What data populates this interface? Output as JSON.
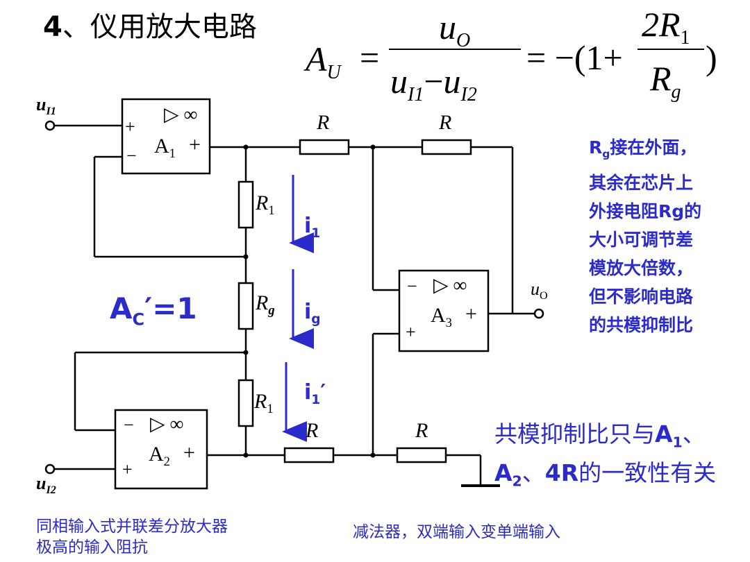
{
  "title": {
    "number": "4",
    "text": "、仪用放大电路"
  },
  "formula": {
    "lhs": "A",
    "lhs_sub": "U",
    "eq1": "=",
    "num": "u",
    "num_sub": "O",
    "den_a": "u",
    "den_a_sub": "I1",
    "den_minus": "−",
    "den_b": "u",
    "den_b_sub": "I2",
    "eq2": "= −(1+",
    "frac2_num": "2R",
    "frac2_num_sub": "1",
    "frac2_den": "R",
    "frac2_den_sub": "g",
    "close": ")"
  },
  "circuit": {
    "input1": "u",
    "input1_sub": "I1",
    "input2": "u",
    "input2_sub": "I2",
    "output": "u",
    "output_sub": "O",
    "amp1": "A",
    "amp1_sub": "1",
    "amp2": "A",
    "amp2_sub": "2",
    "amp3": "A",
    "amp3_sub": "3",
    "amp_symbol": "▷ ∞",
    "plus": "+",
    "minus": "−",
    "r1_top": "R",
    "r1_top_sub": "1",
    "rg": "R",
    "rg_sub": "g",
    "r1_bottom": "R",
    "r1_bottom_sub": "1",
    "r_label": "R",
    "current_i1": "i",
    "current_i1_sub": "1",
    "current_ig": "i",
    "current_ig_sub": "g",
    "current_i1p": "i",
    "current_i1p_sub": "1",
    "current_i1p_prime": "′",
    "ac_label": "A",
    "ac_sub": "C",
    "ac_rest": "′=1"
  },
  "note": {
    "line1_a": "R",
    "line1_sub": "g",
    "line1_b": "接在外面，",
    "line2": "其余在芯片上",
    "line3_a": "外接电阻",
    "line3_b": "Rg",
    "line3_c": "的",
    "line4": "大小可调节差",
    "line5": "模放大倍数，",
    "line6": "但不影响电路",
    "line7": "的共模抑制比"
  },
  "cmrr": {
    "line1_a": "共模抑制比只与",
    "line1_b": "A",
    "line1_sub": "1",
    "line1_c": "、",
    "line2_a": "A",
    "line2_sub": "2",
    "line2_b": "、",
    "line2_c": "4R",
    "line2_d": "的一致性有关"
  },
  "bottom_left": {
    "line1": "同相输入式并联差分放大器",
    "line2": "极高的输入阻抗"
  },
  "bottom_center": "减法器，双端输入变单端输入",
  "colors": {
    "blue_text": "#2b2bcc",
    "wire": "#000000",
    "background": "#ffffff"
  }
}
